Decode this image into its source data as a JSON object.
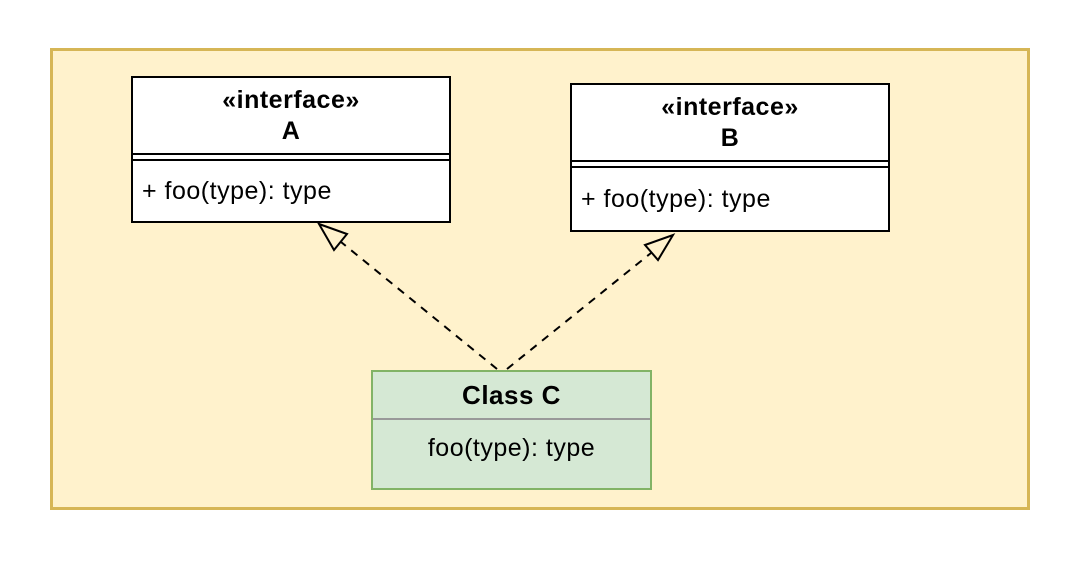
{
  "canvas": {
    "background": "#ffffff"
  },
  "frame": {
    "fill": "#fff2cc",
    "border_color": "#d6b656"
  },
  "nodes": {
    "interface_a": {
      "stereotype": "«interface»",
      "name": "A",
      "methods": [
        "+ foo(type): type"
      ],
      "fill": "#ffffff",
      "border_color": "#000000"
    },
    "interface_b": {
      "stereotype": "«interface»",
      "name": "B",
      "methods": [
        "+ foo(type): type"
      ],
      "fill": "#ffffff",
      "border_color": "#000000"
    },
    "class_c": {
      "name": "Class C",
      "methods": [
        "foo(type): type"
      ],
      "fill": "#d5e8d4",
      "border_color": "#82b366",
      "divider_color": "#999999"
    }
  },
  "edges": [
    {
      "from": "Class C",
      "to": "A",
      "type": "realization",
      "line_style": "dashed",
      "arrowhead": "hollow-triangle",
      "color": "#000000"
    },
    {
      "from": "Class C",
      "to": "B",
      "type": "realization",
      "line_style": "dashed",
      "arrowhead": "hollow-triangle",
      "color": "#000000"
    }
  ]
}
